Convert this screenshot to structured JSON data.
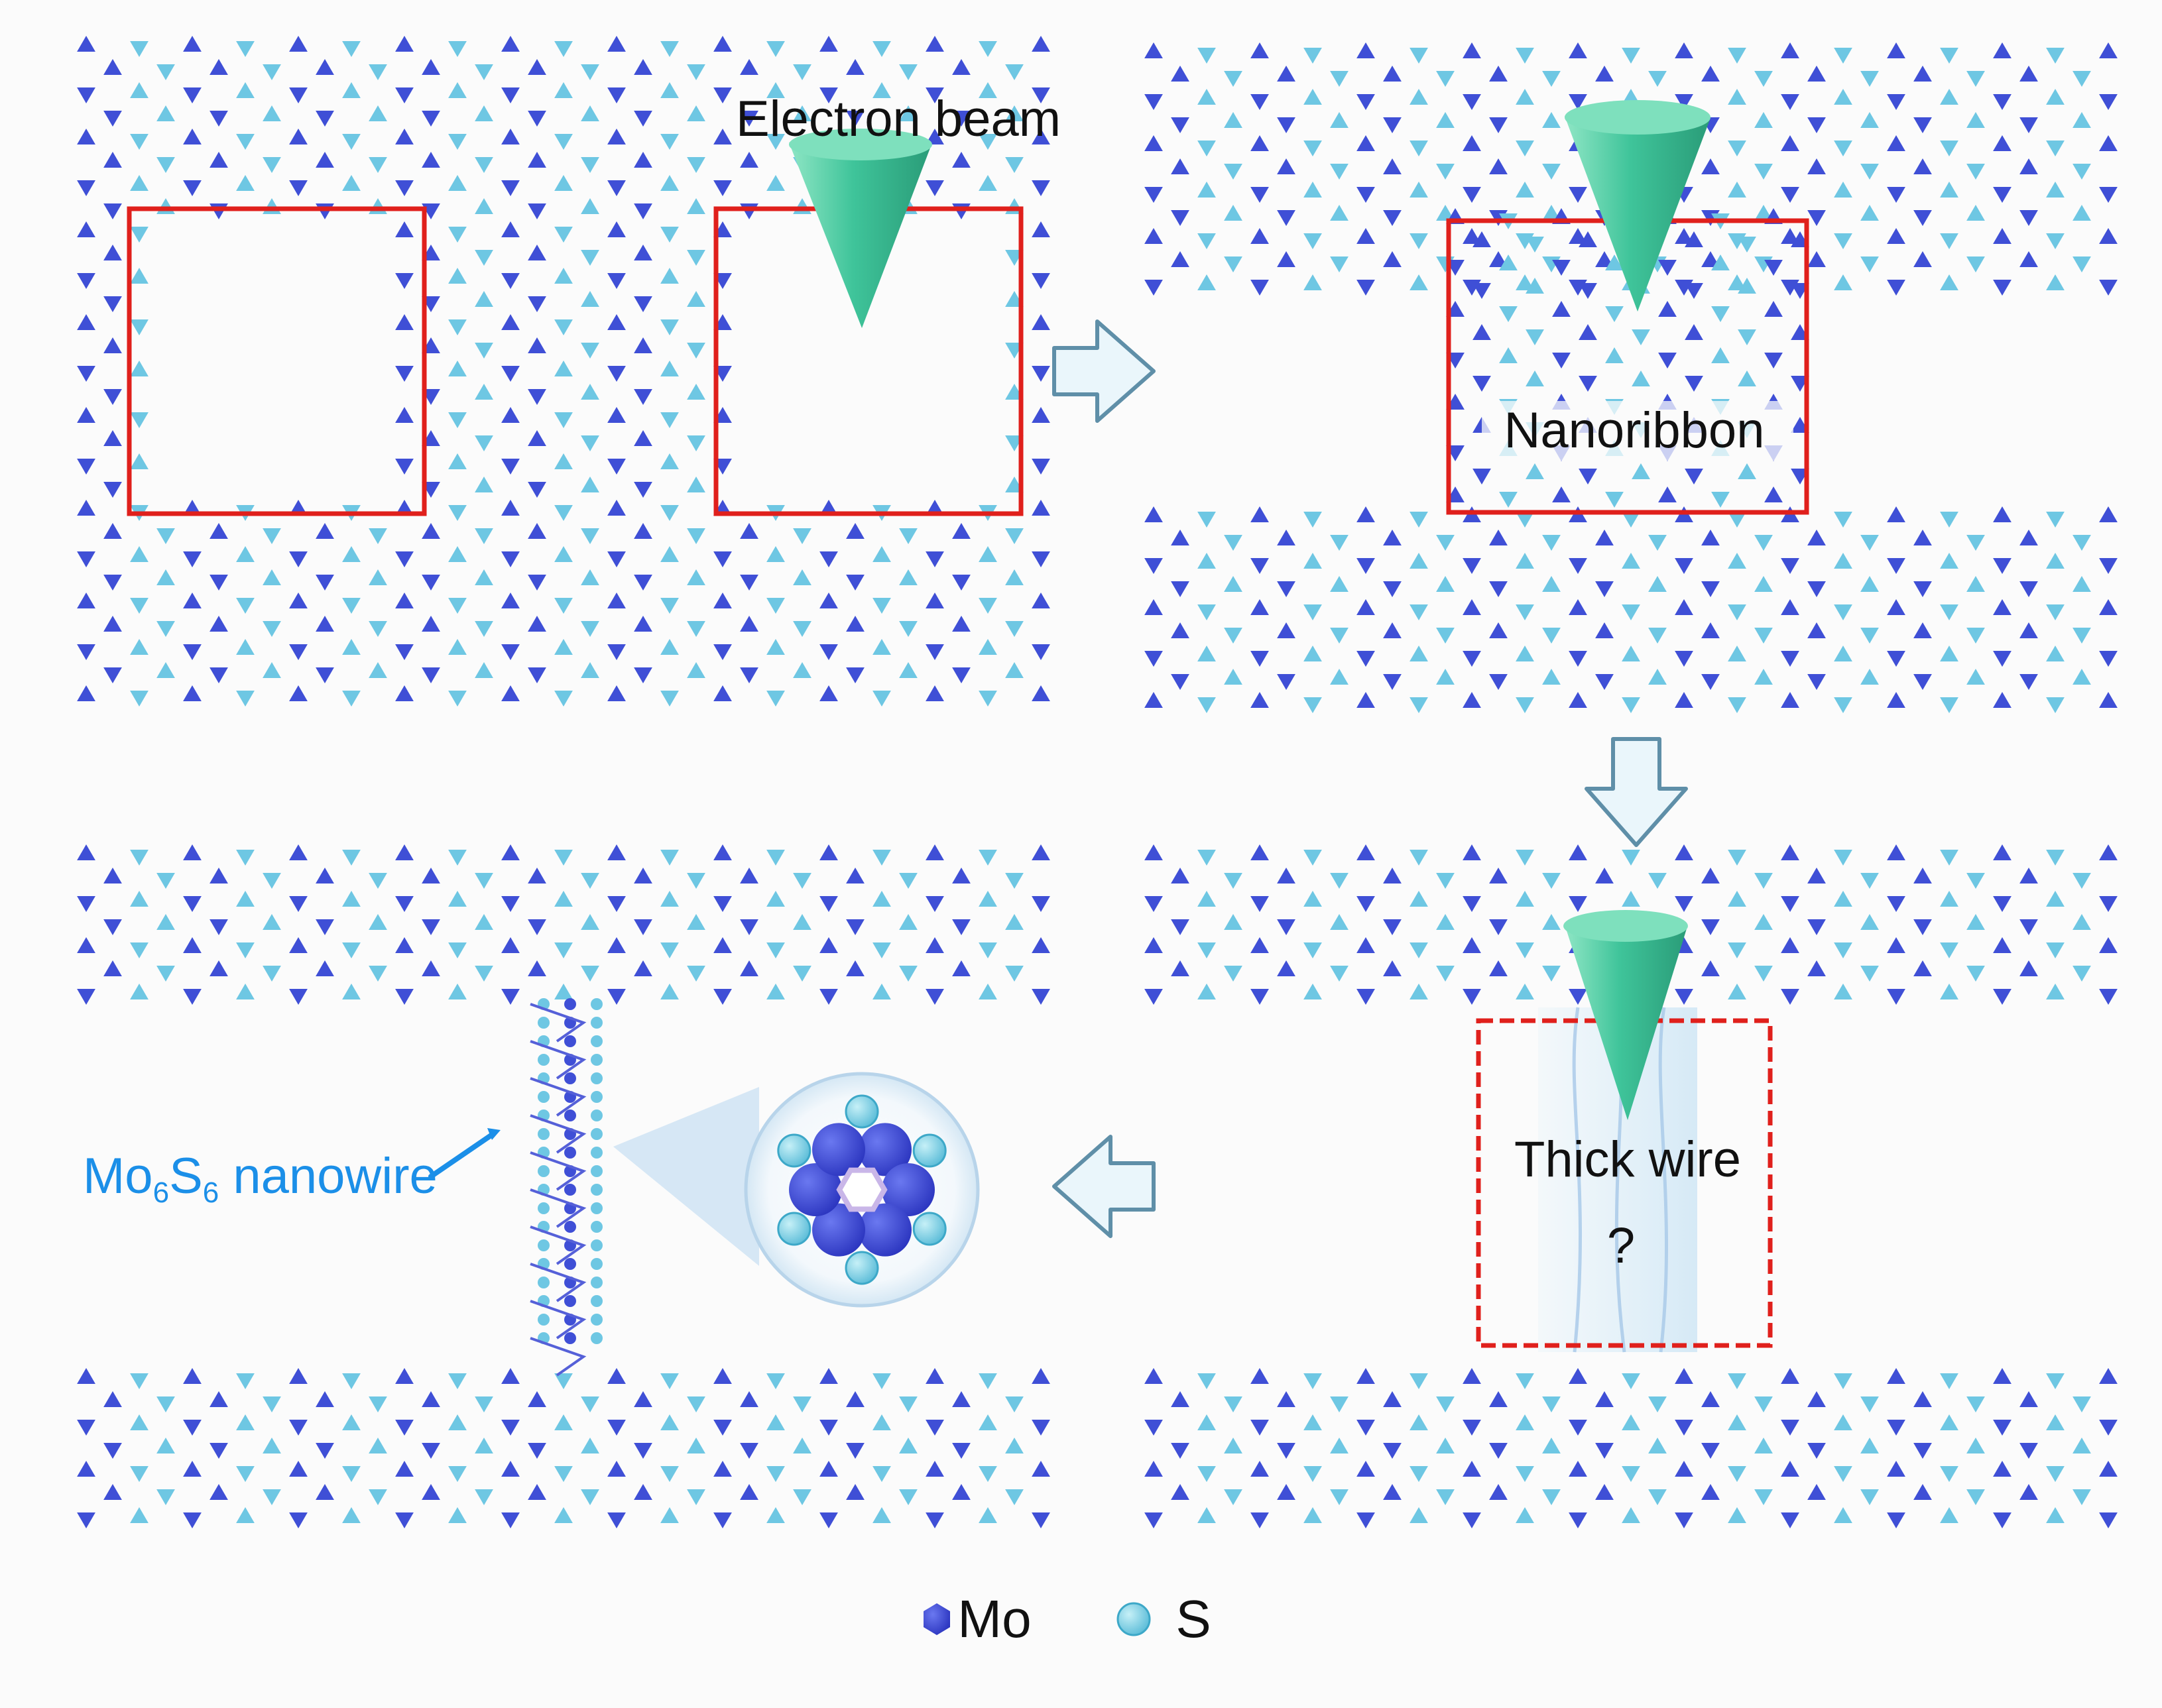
{
  "labels": {
    "electron_beam": "Electron beam",
    "nanoribbon": "Nanoribbon",
    "thick_wire": "Thick wire",
    "thick_wire_question": "?",
    "nanowire_prefix": "Mo",
    "nanowire_sub1": "6",
    "nanowire_mid": "S",
    "nanowire_sub2": "6",
    "nanowire_suffix": " nanowire"
  },
  "legend": {
    "mo_label": "Mo",
    "s_label": "S"
  },
  "colors": {
    "mo_atom": "#3f4fd6",
    "s_atom": "#6ec7e3",
    "frame_red": "#e0201c",
    "beam_green": "#3fc49a",
    "nanowire_text": "#1b8fe8",
    "arrow_fill": "#eaf6fb",
    "arrow_stroke": "#5f8fa8"
  },
  "icons": {
    "arrow": "hollow-block-arrow",
    "beam": "cone-icon",
    "inset": "hexagonal-cluster-icon"
  }
}
